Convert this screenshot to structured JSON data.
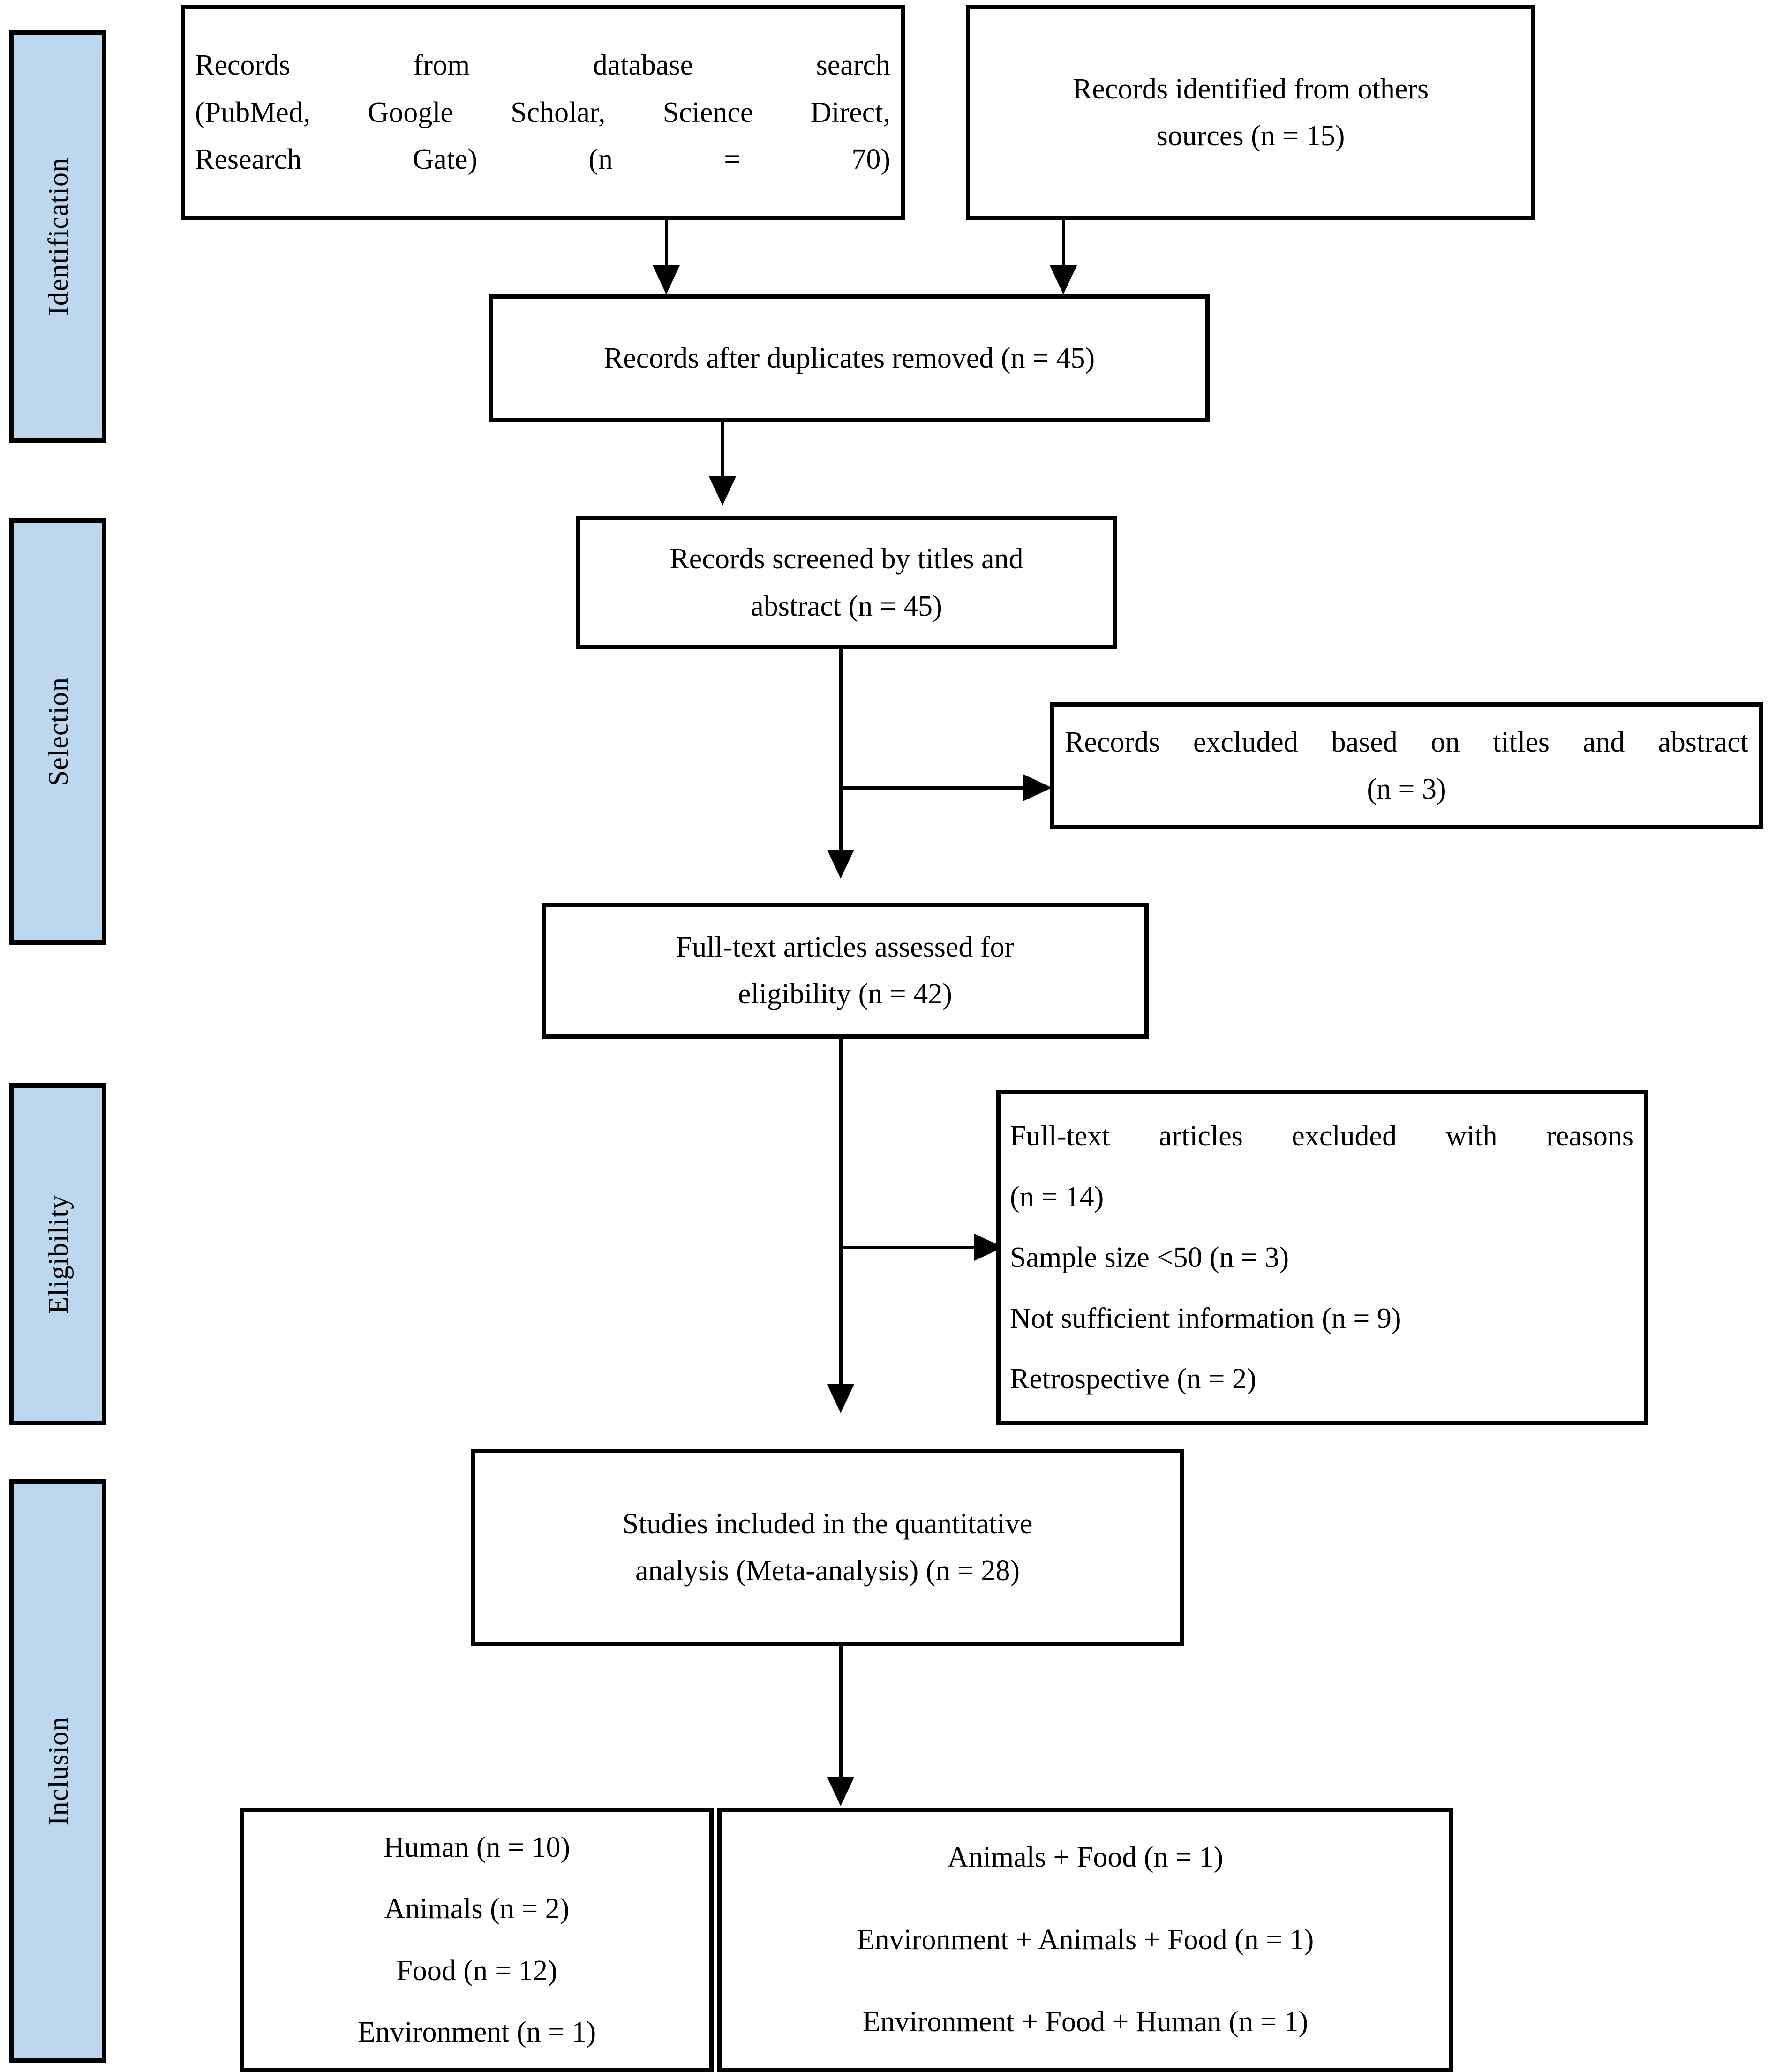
{
  "diagram": {
    "title": "PRISMA flow diagram of study selection",
    "type": "prisma-flow-diagram",
    "accent_color": "#BDD7EE",
    "line_color": "#000000",
    "background_color": "#FFFFFF"
  },
  "stages": [
    {
      "id": "identification",
      "label": "Identification"
    },
    {
      "id": "selection",
      "label": "Selection"
    },
    {
      "id": "eligibility",
      "label": "Eligibility"
    },
    {
      "id": "inclusion",
      "label": "Inclusion"
    }
  ],
  "boxes": {
    "database_search": {
      "lines": [
        "Records from database search",
        "(PubMed, Google Scholar, Science Direct,",
        "Research Gate) (n = 70)"
      ],
      "n": 70
    },
    "other_sources": {
      "lines": [
        "Records identified from others",
        "sources (n = 15)"
      ],
      "n": 15
    },
    "duplicates_removed": {
      "lines": [
        "Records after duplicates removed (n = 45)"
      ],
      "n": 45
    },
    "screened": {
      "lines": [
        "Records screened by titles and",
        "abstract (n = 45)"
      ],
      "n": 45
    },
    "records_excluded": {
      "lines": [
        "Records excluded based on titles and abstract",
        "(n = 3)"
      ],
      "n": 3
    },
    "fulltext_assessed": {
      "lines": [
        "Full-text articles assessed for",
        "eligibility (n = 42)"
      ],
      "n": 42
    },
    "fulltext_excluded": {
      "lines": [
        "Full-text articles excluded with reasons",
        "(n = 14)",
        "Sample size <50 (n = 3)",
        "Not sufficient information (n = 9)",
        "Retrospective (n = 2)"
      ],
      "n": 14,
      "reasons": [
        {
          "label": "Sample size <50",
          "n": 3
        },
        {
          "label": "Not sufficient information",
          "n": 9
        },
        {
          "label": "Retrospective",
          "n": 2
        }
      ]
    },
    "studies_included": {
      "lines": [
        "Studies included in the quantitative",
        "analysis (Meta-analysis) (n = 28)"
      ],
      "n": 28
    },
    "categories_single": {
      "lines": [
        "Human (n = 10)",
        "Animals (n = 2)",
        "Food (n = 12)",
        "Environment (n = 1)"
      ],
      "items": [
        {
          "label": "Human",
          "n": 10
        },
        {
          "label": "Animals",
          "n": 2
        },
        {
          "label": "Food",
          "n": 12
        },
        {
          "label": "Environment",
          "n": 1
        }
      ]
    },
    "categories_combined": {
      "lines": [
        "Animals + Food (n = 1)",
        "Environment + Animals + Food (n = 1)",
        "Environment + Food + Human (n = 1)"
      ],
      "items": [
        {
          "label": "Animals + Food",
          "n": 1
        },
        {
          "label": "Environment + Animals + Food",
          "n": 1
        },
        {
          "label": "Environment + Food + Human",
          "n": 1
        }
      ]
    }
  }
}
